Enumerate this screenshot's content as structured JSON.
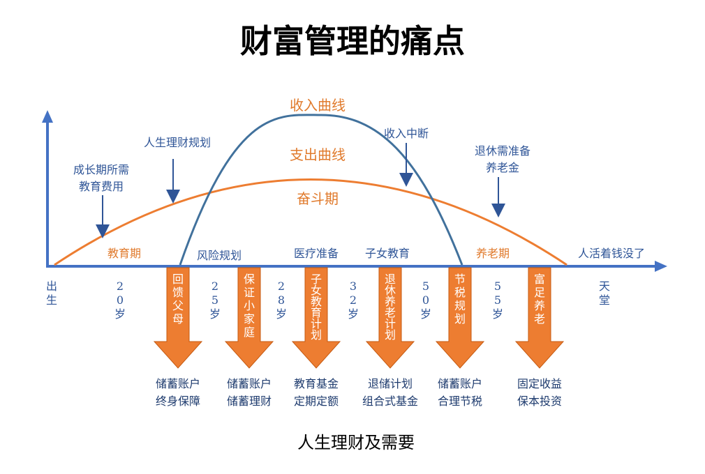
{
  "title": "财富管理的痛点",
  "subtitle": "人生理财及需要",
  "curves": {
    "income_label": "收入曲线",
    "expense_label": "支出曲线",
    "struggle_label": "奋斗期"
  },
  "notes": [
    {
      "lines": [
        "人生理财规划"
      ]
    },
    {
      "lines": [
        "成长期所需",
        "教育费用"
      ]
    },
    {
      "lines": [
        "收入中断"
      ]
    },
    {
      "lines": [
        "退休需准备",
        "养老金"
      ]
    }
  ],
  "phase_labels": [
    {
      "text": "教育期",
      "color": "orange"
    },
    {
      "text": "风险规划",
      "color": "blue"
    },
    {
      "text": "医疗准备",
      "color": "blue"
    },
    {
      "text": "子女教育",
      "color": "blue"
    },
    {
      "text": "养老期",
      "color": "orange"
    },
    {
      "text": "人活着钱没了",
      "color": "blue"
    }
  ],
  "axis": {
    "start": "出生",
    "end": "天堂",
    "ages": [
      "20岁",
      "25岁",
      "28岁",
      "32岁",
      "50岁",
      "55岁"
    ]
  },
  "arrows": [
    {
      "label": "回馈父母",
      "footer": [
        "储蓄账户",
        "终身保障"
      ]
    },
    {
      "label": "保证小家庭",
      "footer": [
        "储蓄账户",
        "储蓄理财"
      ]
    },
    {
      "label": "子女教育计划",
      "footer": [
        "教育基金",
        "定期定额"
      ]
    },
    {
      "label": "退休养老计划",
      "footer": [
        "退储计划",
        "组合式基金"
      ]
    },
    {
      "label": "节税规划",
      "footer": [
        "储蓄账户",
        "合理节税"
      ]
    },
    {
      "label": "富足养老",
      "footer": [
        "固定收益",
        "保本投资"
      ]
    }
  ],
  "colors": {
    "axis": "#4472c4",
    "income_curve": "#41719c",
    "expense_curve": "#ed7d31",
    "arrow_fill": "#ed7d31",
    "text_blue": "#2f5597"
  }
}
